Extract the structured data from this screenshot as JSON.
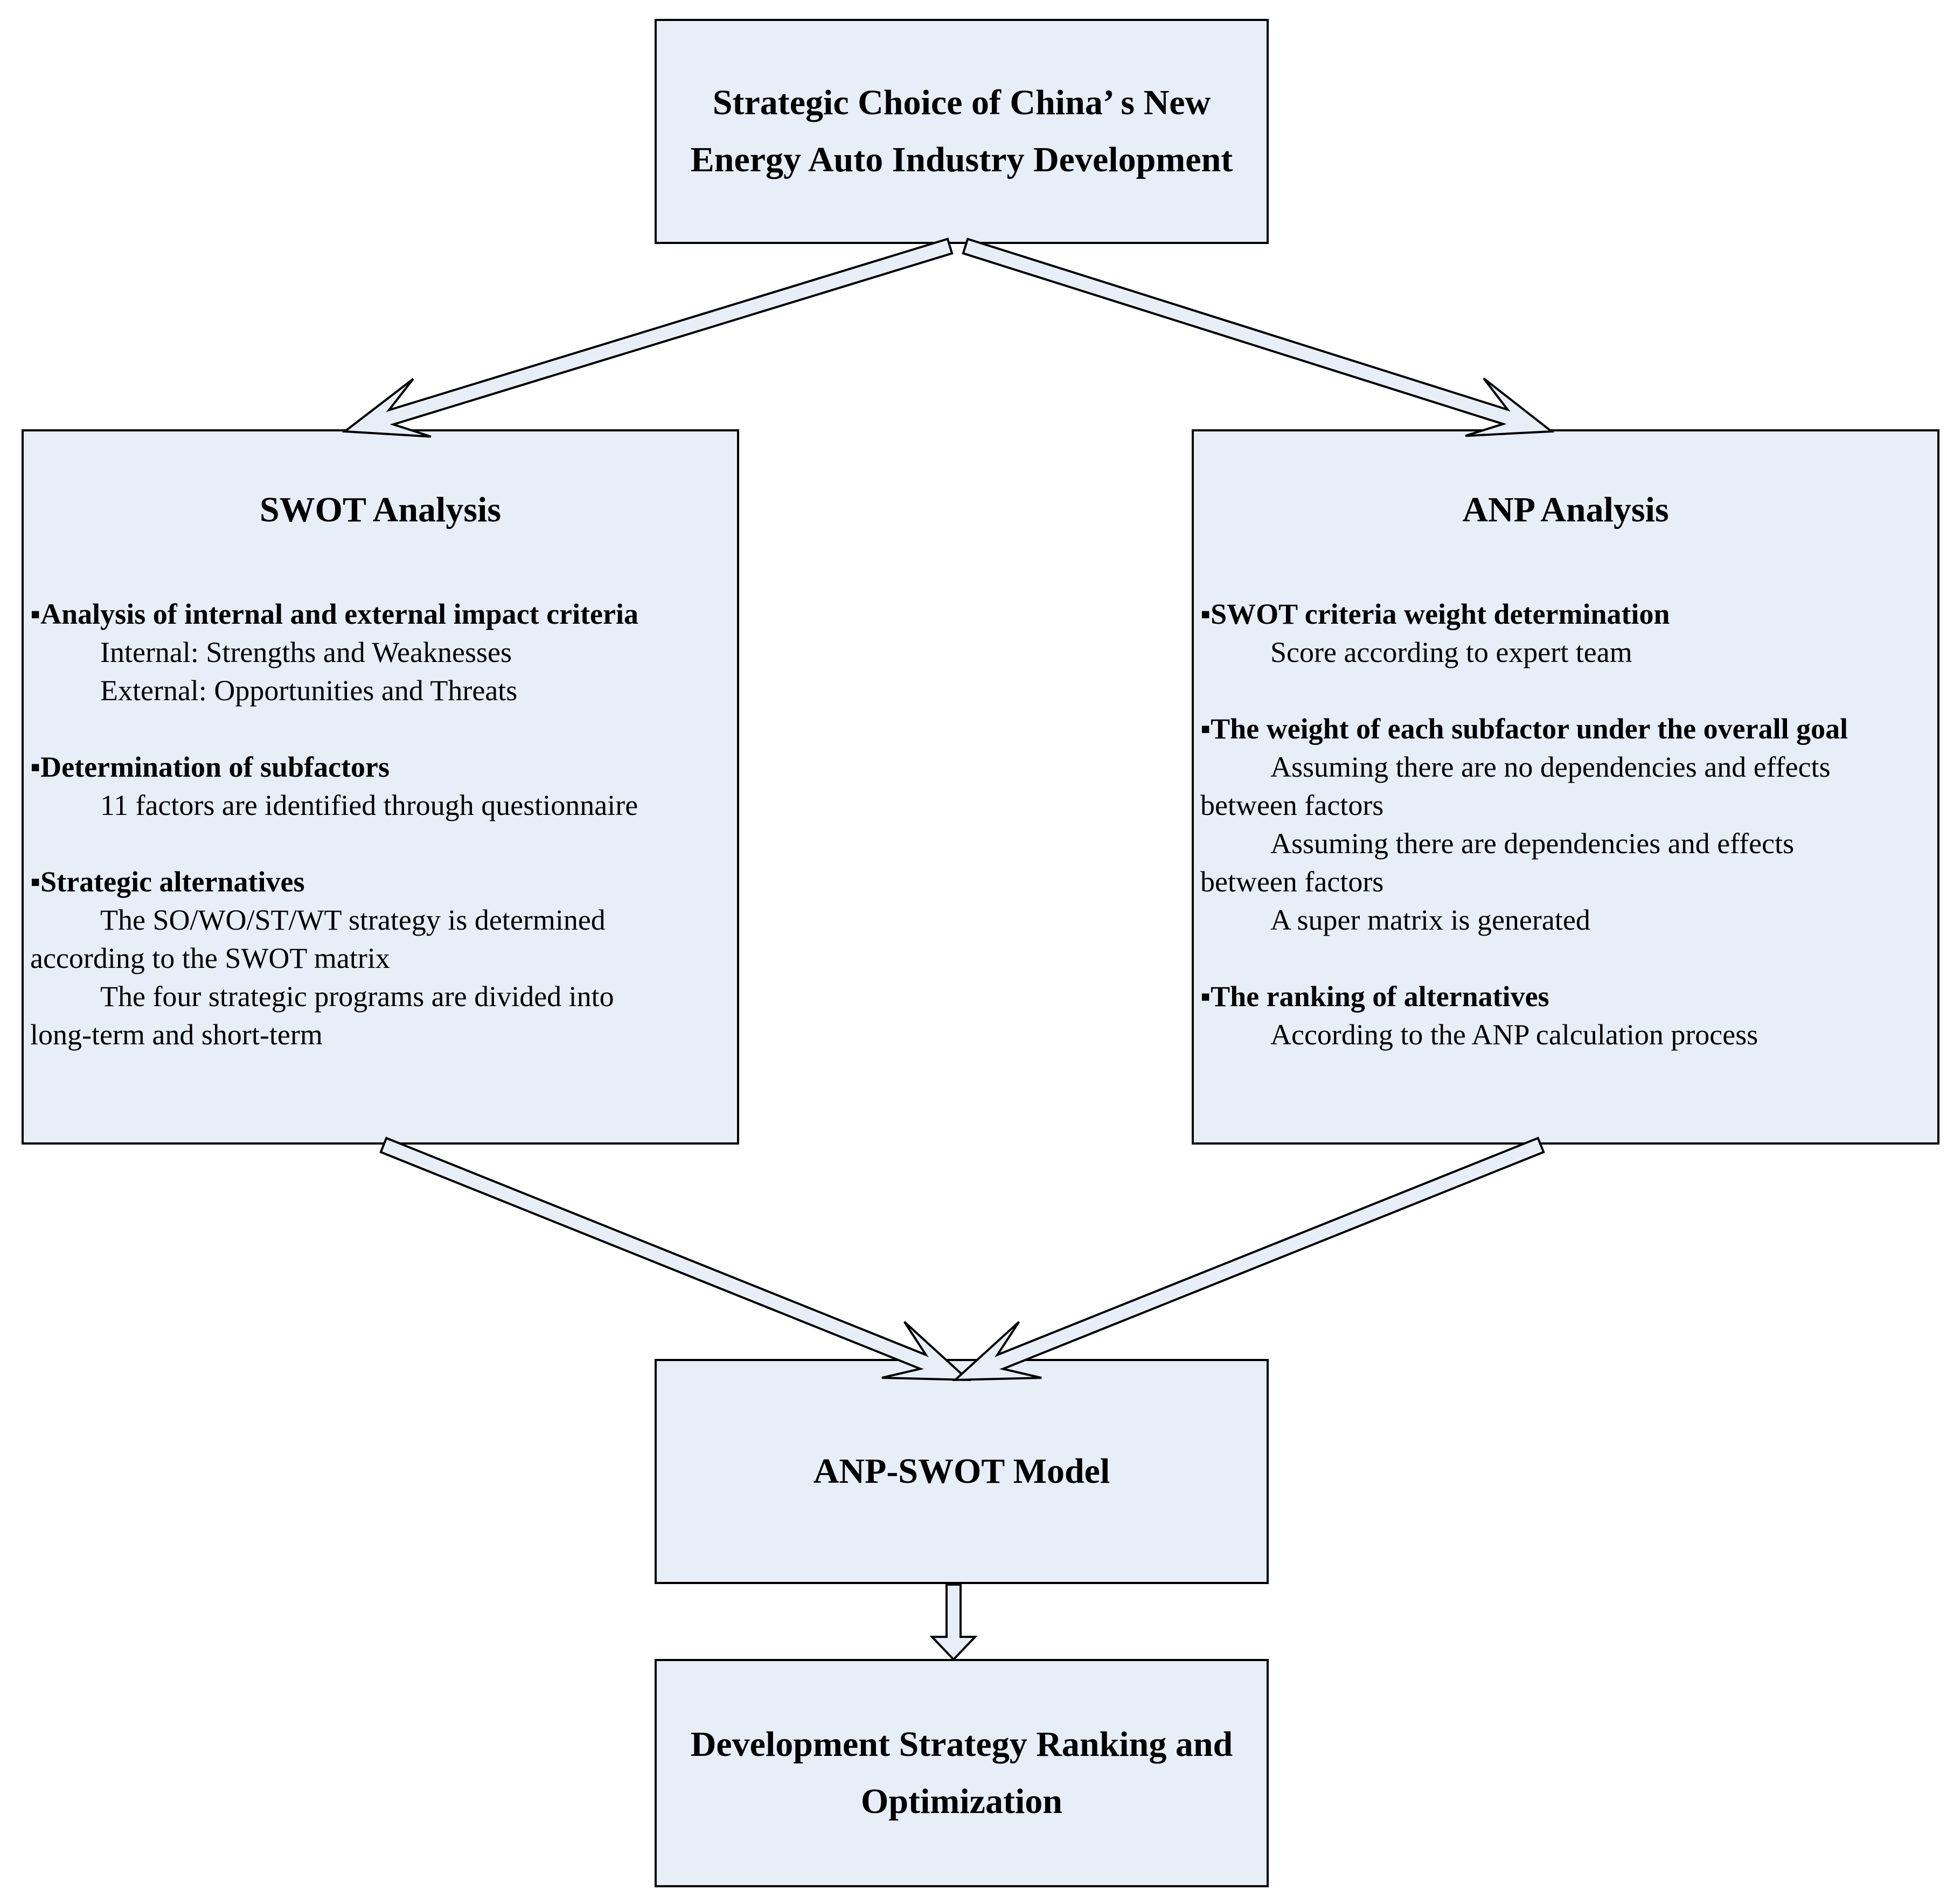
{
  "colors": {
    "box_fill": "#e8eef8",
    "box_border": "#000000",
    "arrow_fill": "#e8eef8",
    "text": "#000000"
  },
  "top_box": {
    "lines": [
      "Strategic Choice of China’ s New",
      "Energy Auto Industry Development"
    ]
  },
  "swot_box": {
    "title": "SWOT Analysis",
    "sections": [
      {
        "heading": "▪Analysis of internal and external impact criteria",
        "lines": [
          "Internal: Strengths and Weaknesses",
          "External: Opportunities and Threats"
        ]
      },
      {
        "heading": "▪Determination of subfactors",
        "lines": [
          "11 factors are identified through questionnaire"
        ]
      },
      {
        "heading": "▪Strategic alternatives",
        "lines": [
          "The SO/WO/ST/WT strategy is determined",
          "according to the SWOT matrix",
          "The four strategic programs are divided into",
          "long-term and short-term"
        ]
      }
    ]
  },
  "anp_box": {
    "title": "ANP Analysis",
    "sections": [
      {
        "heading": "▪SWOT criteria weight determination",
        "lines": [
          "Score according to expert team"
        ]
      },
      {
        "heading": "▪The weight of each subfactor under the overall goal",
        "lines": [
          "Assuming there are no dependencies and effects",
          "between factors",
          "Assuming there are dependencies and effects",
          "between factors",
          "A super matrix is generated"
        ]
      },
      {
        "heading": "▪The ranking of alternatives",
        "lines": [
          "According to the ANP calculation process"
        ]
      }
    ]
  },
  "model_box": {
    "lines": [
      "ANP-SWOT Model"
    ]
  },
  "result_box": {
    "lines": [
      "Development Strategy Ranking and",
      "Optimization"
    ]
  }
}
